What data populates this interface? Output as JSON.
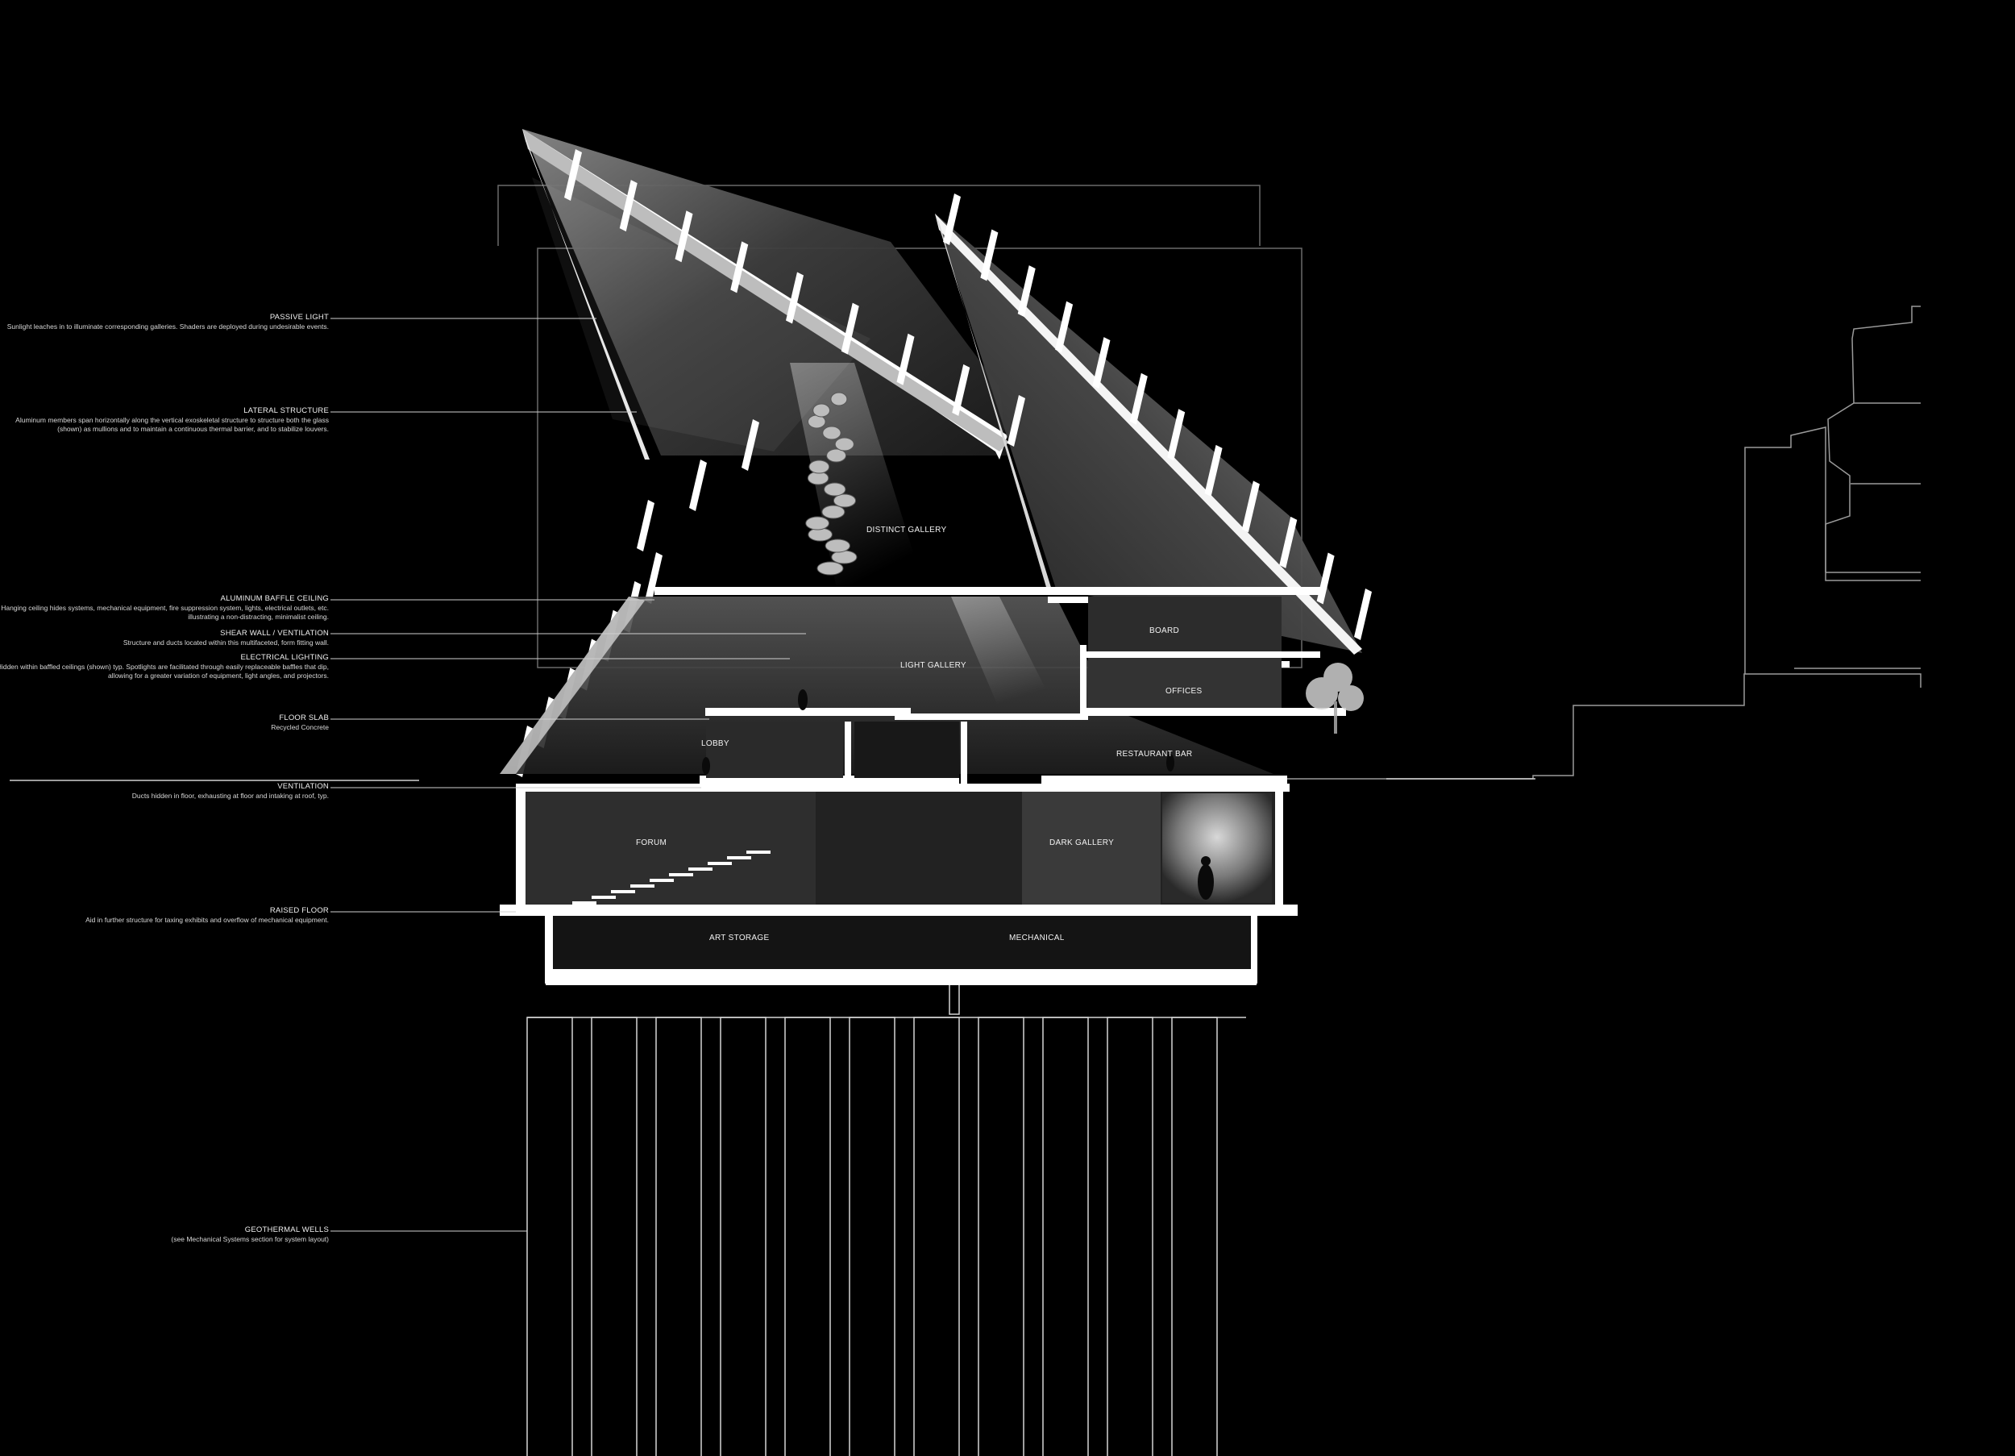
{
  "annotations": [
    {
      "title": "PASSIVE LIGHT",
      "desc": "Sunlight leaches in to illuminate corresponding galleries. Shaders are deployed during undesirable events."
    },
    {
      "title": "LATERAL STRUCTURE",
      "desc": "Aluminum members span horizontally along the vertical exoskeletal structure to structure both the glass (shown) as mullions and to maintain a continuous thermal barrier, and to stabilize louvers."
    },
    {
      "title": "ALUMINUM BAFFLE CEILING",
      "desc": "Hanging ceiling hides systems, mechanical equipment, fire suppression system, lights, electrical outlets, etc. illustrating a non-distracting, minimalist ceiling."
    },
    {
      "title": "SHEAR WALL / VENTILATION",
      "desc": "Structure and ducts located within this multifaceted, form fitting wall."
    },
    {
      "title": "ELECTRICAL LIGHTING",
      "desc": "Hidden within baffled ceilings (shown) typ. Spotlights are facilitated through easily replaceable baffles that dip, allowing for a greater variation of equipment, light angles, and projectors."
    },
    {
      "title": "FLOOR SLAB",
      "desc": "Recycled Concrete"
    },
    {
      "title": "VENTILATION",
      "desc": "Ducts hidden in floor, exhausting at floor and intaking at roof, typ."
    },
    {
      "title": "RAISED FLOOR",
      "desc": "Aid in further structure for taxing exhibits and overflow of mechanical equipment."
    },
    {
      "title": "GEOTHERMAL WELLS",
      "desc": "(see Mechanical Systems section for system layout)"
    }
  ],
  "rooms": {
    "distinct_gallery": "DISTINCT GALLERY",
    "board": "BOARD",
    "light_gallery": "LIGHT GALLERY",
    "offices": "OFFICES",
    "lobby": "LOBBY",
    "restaurant_bar": "RESTAURANT BAR",
    "forum": "FORUM",
    "dark_gallery": "DARK GALLERY",
    "art_storage": "ART STORAGE",
    "mechanical": "MECHANICAL"
  }
}
